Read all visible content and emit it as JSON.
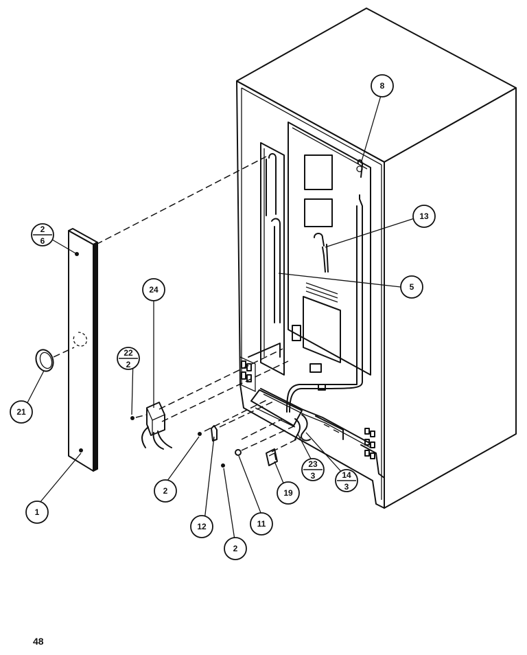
{
  "page": {
    "number": "48"
  },
  "callouts": {
    "c1": "1",
    "c2a": "2",
    "c2b": "2",
    "c2_6": {
      "top": "2",
      "bottom": "6"
    },
    "c5": "5",
    "c8": "8",
    "c11": "11",
    "c12": "12",
    "c13": "13",
    "c14_3": {
      "top": "14",
      "bottom": "3"
    },
    "c19": "19",
    "c21": "21",
    "c22_2": {
      "top": "22",
      "bottom": "2"
    },
    "c23_3": {
      "top": "23",
      "bottom": "3"
    },
    "c24": "24"
  }
}
